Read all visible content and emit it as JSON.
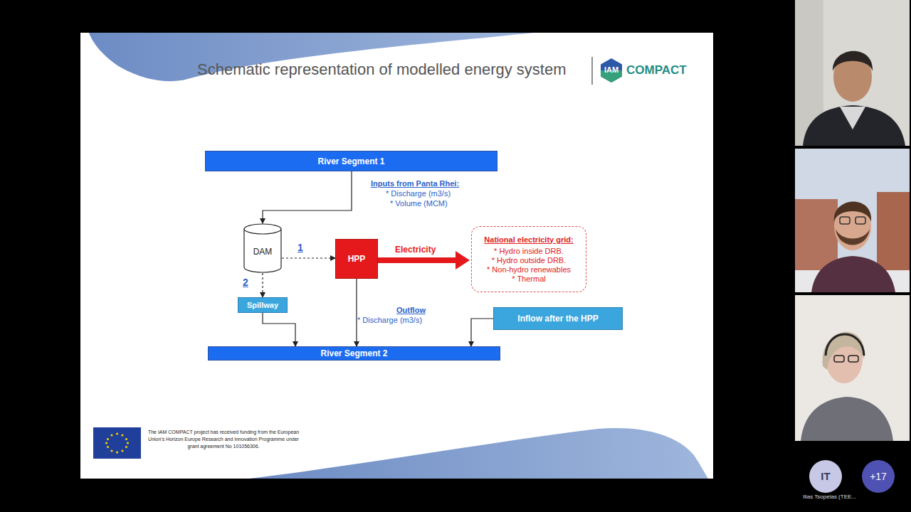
{
  "diagram": {
    "title": "Schematic representation of modelled energy system",
    "nodes": [
      {
        "text": [
          "River Segment 1"
        ]
      },
      {
        "text": [
          "DAM"
        ]
      },
      {
        "text": [
          "HPP"
        ]
      },
      {
        "text": [
          "National electricity grid:",
          "* Hydro inside DRB.",
          "* Hydro outside DRB.",
          "* Non-hydro renewables",
          "* Thermal"
        ]
      },
      {
        "text": [
          "Spillway"
        ]
      },
      {
        "text": [
          "Inflow after the HPP"
        ]
      },
      {
        "text": [
          "River Segment 2"
        ]
      }
    ],
    "edges": [
      {
        "from": 0,
        "to": 1,
        "arrow": "to"
      },
      {
        "from": 1,
        "to": 2,
        "label": "1",
        "arrow": "to"
      },
      {
        "from": 2,
        "to": 3,
        "label": "Electricity",
        "arrow": "to"
      },
      {
        "from": 1,
        "to": 4,
        "label": "2",
        "arrow": "to"
      },
      {
        "from": 4,
        "to": 6,
        "arrow": "to"
      },
      {
        "from": 2,
        "to": 6,
        "arrow": "to"
      },
      {
        "from": 5,
        "to": 6,
        "arrow": "to"
      }
    ],
    "labels": [
      "IAM",
      "COMPACT",
      "Inputs from Panta Rhei:",
      "* Discharge (m3/s)",
      "* Volume (MCM)",
      "Outflow",
      "* Discharge (m3/s)",
      "The IAM COMPACT project has received funding from the European Union's Horizon Europe Research and Innovation Programme under grant agreement No 101056306.",
      "IT",
      "+17",
      "Ilias Tsopelas (TEE..."
    ]
  }
}
